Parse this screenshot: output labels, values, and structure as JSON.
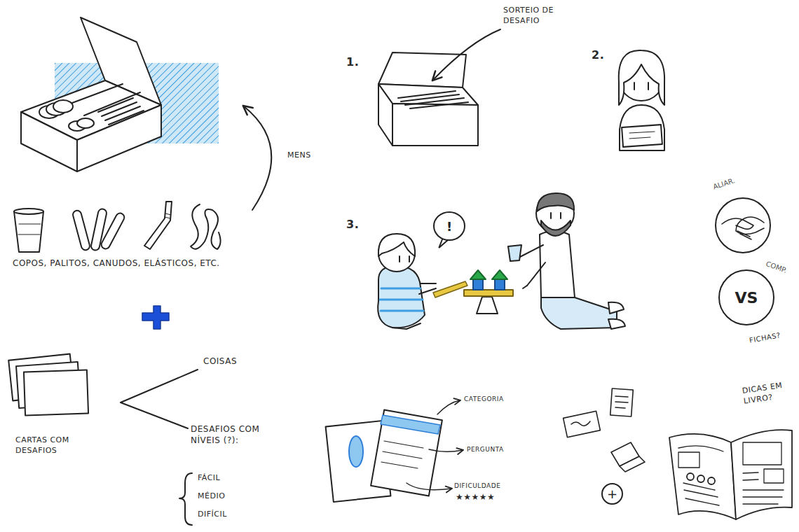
{
  "diagram": {
    "nodes": [
      {
        "text": [
          "!"
        ]
      },
      {
        "text": [
          "ALIAR."
        ]
      },
      {
        "text": [
          "VS",
          "COMP."
        ]
      },
      {
        "text": [
          "+"
        ]
      }
    ],
    "labels": [
      "SORTEIO DE DESAFIO",
      "1.",
      "2.",
      "3.",
      "MENS",
      "COPOS, PALITOS, CANUDOS, ELÁSTICOS, ETC.",
      "COISAS",
      "DESAFIOS COM NÍVEIS (?):",
      "FÁCIL",
      "MÉDIO",
      "DIFÍCIL",
      "CARTAS COM DESAFIOS",
      "CATEGORIA",
      "PERGUNTA",
      "DIFICULDADE",
      "★★★★★",
      "FICHAS?",
      "DICAS EM LIVRO?"
    ]
  }
}
